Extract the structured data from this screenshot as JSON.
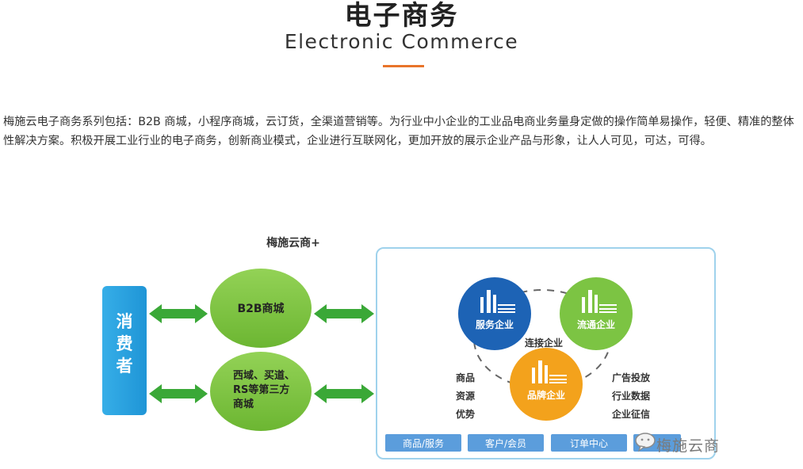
{
  "header": {
    "title": "电子商务",
    "subtitle": "Electronic Commerce"
  },
  "intro": {
    "text": "梅施云电子商务系列包括：B2B 商城，小程序商城，云订货，全渠道营销等。为行业中小企业的工业品电商业务量身定做的操作简单易操作，轻便、精准的整体性解决方案。积极开展工业行业的电子商务，创新商业模式，企业进行互联网化，更加开放的展示企业产品与形象，让人人可见，可达，可得。"
  },
  "diagram": {
    "platform_label": "梅施云商+",
    "consumer_label": "消\n费\n者",
    "b2b_label": "B2B商城",
    "third_party_lines": [
      "西域、买道、",
      "RS等第三方",
      "商城"
    ],
    "service_company": "服务企业",
    "circulation_company": "流通企业",
    "brand_company": "品牌企业",
    "connect_label": "连接企业",
    "left_lines": [
      "商品",
      "资源",
      "优势"
    ],
    "right_lines": [
      "广告投放",
      "行业数据",
      "企业征信"
    ],
    "bottom_buttons": [
      "商品/服务",
      "客户/会员",
      "订单中心"
    ],
    "watermark": "梅施云商",
    "colors": {
      "consumer_blue": "#2aa1e0",
      "bubble_green": "#7cc443",
      "arrow_green": "#3aa837",
      "service_blue": "#1d63b5",
      "brand_orange": "#f3a21c",
      "button_blue": "#5b9ddc",
      "accent_orange": "#e8742a"
    }
  }
}
